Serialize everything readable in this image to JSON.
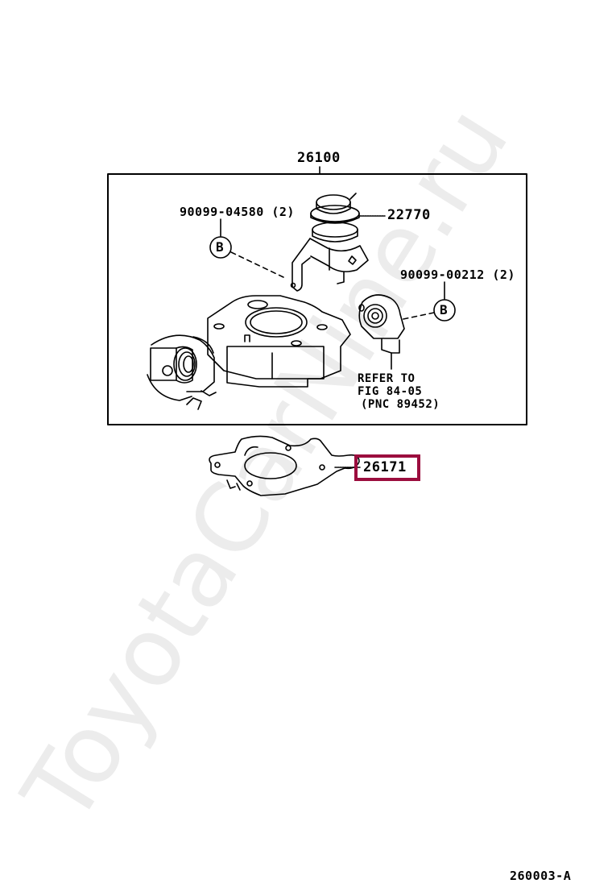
{
  "diagram": {
    "assembly_label": "26100",
    "parts": [
      {
        "id": "bolt-left",
        "label": "90099-04580 (2)",
        "callout": "B"
      },
      {
        "id": "actuator",
        "label": "22770"
      },
      {
        "id": "bolt-right",
        "label": "90099-00212 (2)",
        "callout": "B"
      },
      {
        "id": "gasket",
        "label": "26171",
        "highlighted": true
      }
    ],
    "sensor_note": {
      "line1": "REFER TO",
      "line2": "FIG 84-05",
      "line3": "(PNC 89452)"
    },
    "figure_code": "260003-A",
    "watermark": "ToyotaCarNine.ru",
    "highlight_color": "#9b0d3e"
  }
}
